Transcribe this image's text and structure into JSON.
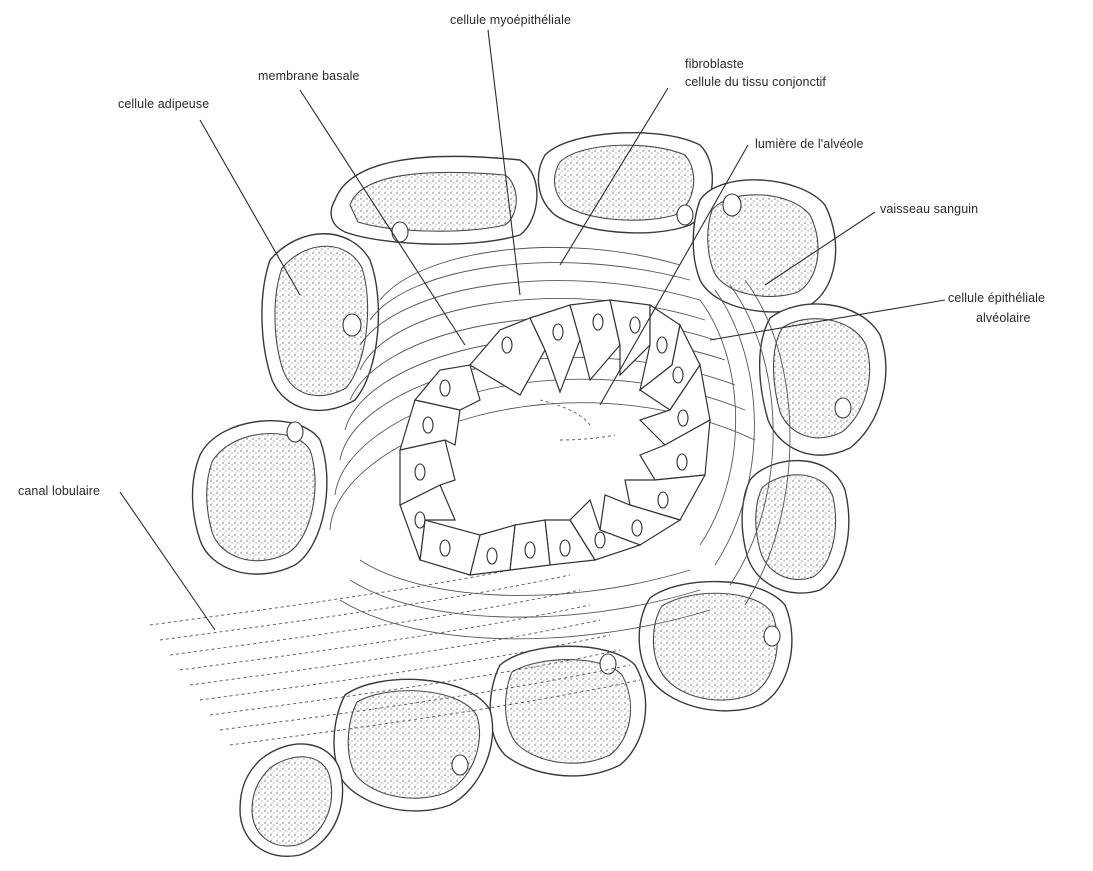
{
  "labels": {
    "myoepithelial": "cellule myoépithéliale",
    "basement_membrane": "membrane basale",
    "fibroblast": "fibroblaste",
    "connective_cell": "cellule du tissu conjonctif",
    "adipocyte": "cellule adipeuse",
    "alveolar_lumen": "lumière de l'alvéole",
    "blood_vessel": "vaisseau sanguin",
    "alveolar_epithelial_1": "cellule épithéliale",
    "alveolar_epithelial_2": "alvéolaire",
    "lobular_duct": "canal lobulaire"
  }
}
